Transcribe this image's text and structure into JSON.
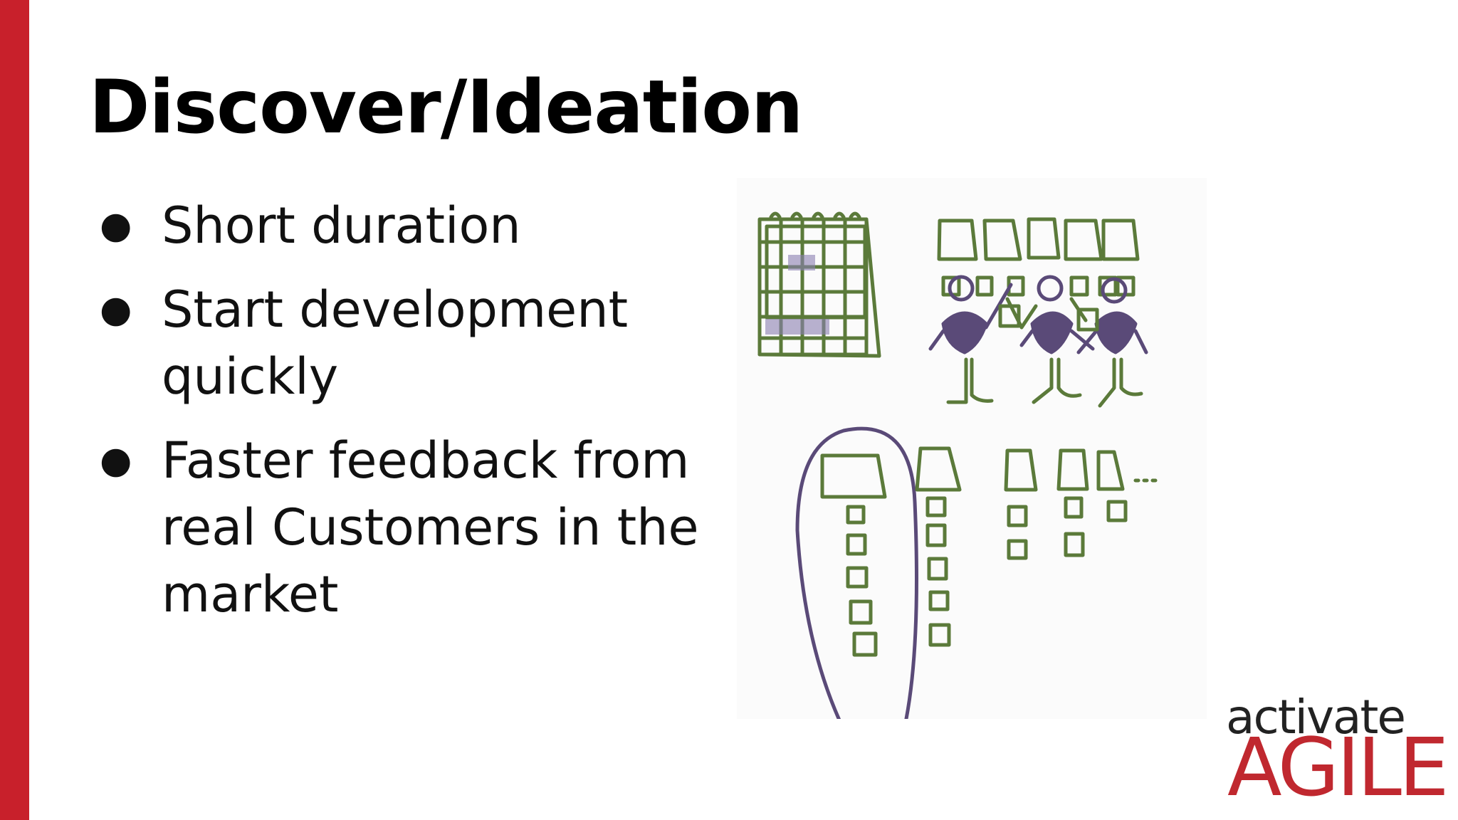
{
  "slide": {
    "title": "Discover/Ideation",
    "bullets": [
      {
        "marker": "●",
        "text": "Short duration"
      },
      {
        "marker": "●",
        "text": "Start development quickly"
      },
      {
        "marker": "●",
        "text": "Faster feedback from real Customers in the market"
      }
    ]
  },
  "logo": {
    "line1": "activate",
    "line2": "AGILE"
  },
  "colors": {
    "accent": "#c8202b",
    "sketch_green": "#5b7a3a",
    "sketch_purple": "#5a4a78",
    "logo_red": "#c0282f"
  },
  "illustration": {
    "icons": [
      "calendar-sketch-icon",
      "story-cards-icon",
      "team-people-icon",
      "backlog-cards-icon"
    ]
  }
}
